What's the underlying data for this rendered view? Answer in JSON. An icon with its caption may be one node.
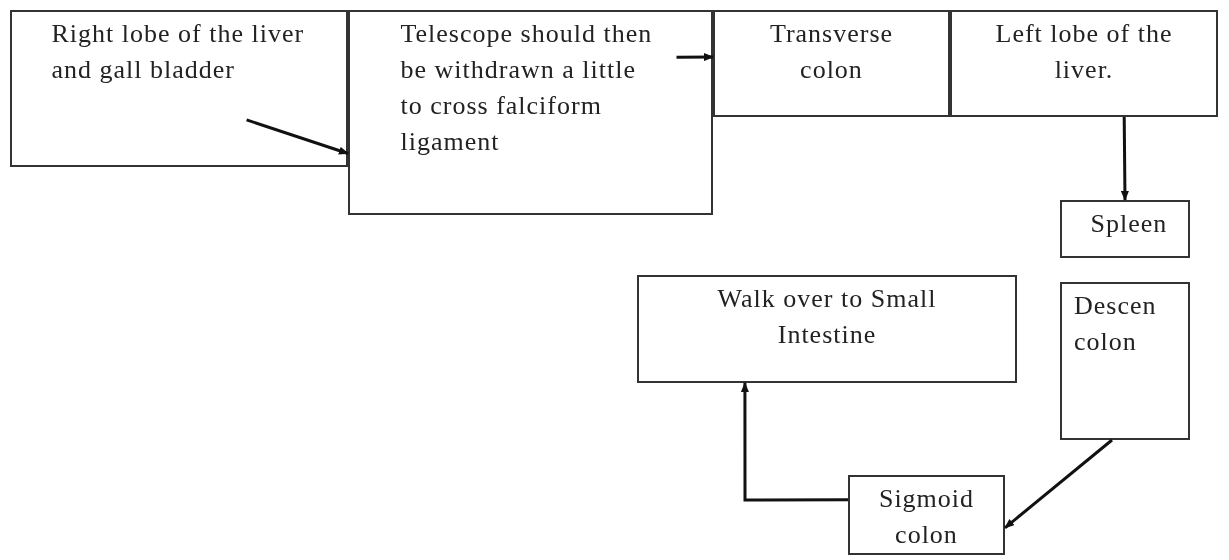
{
  "diagram": {
    "nodes": [
      {
        "text": [
          "Right lobe of the liver and gall bladder"
        ]
      },
      {
        "text": [
          "Telescope should then be withdrawn a little to cross falciform ligament"
        ]
      },
      {
        "text": [
          "Transverse colon"
        ]
      },
      {
        "text": [
          "Left lobe of the liver."
        ]
      },
      {
        "text": [
          "Spleen"
        ]
      },
      {
        "text": [
          "Walk over to Small Intestine"
        ]
      },
      {
        "text": [
          "Descen colon"
        ]
      },
      {
        "text": [
          "Sigmoid colon"
        ]
      }
    ],
    "edges": [
      {
        "from": 0,
        "to": 1,
        "arrow": "to"
      },
      {
        "from": 1,
        "to": 2,
        "arrow": "to"
      },
      {
        "from": 3,
        "to": 4,
        "arrow": "to"
      },
      {
        "from": 6,
        "to": 7,
        "arrow": "to"
      },
      {
        "from": 7,
        "to": 5,
        "arrow": "to"
      }
    ]
  }
}
